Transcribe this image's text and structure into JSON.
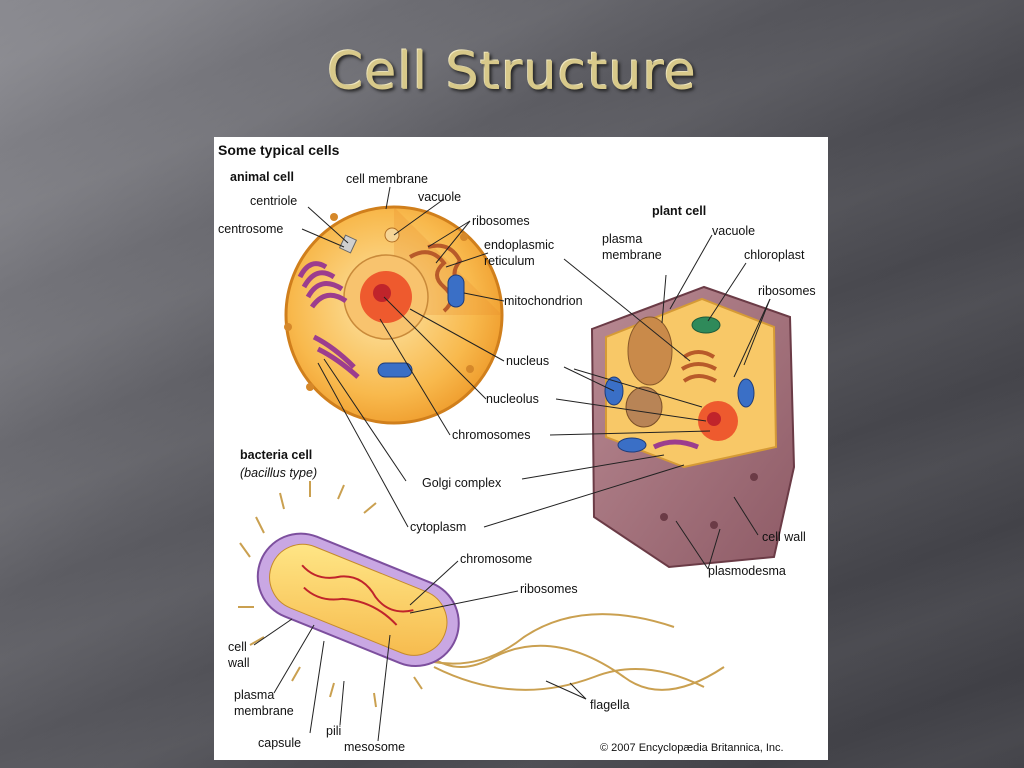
{
  "slide": {
    "title": "Cell Structure"
  },
  "figure": {
    "heading": "Some typical cells",
    "animal_cell": {
      "label": "animal cell",
      "parts": {
        "cell_membrane": "cell membrane",
        "centriole": "centriole",
        "centrosome": "centrosome",
        "vacuole": "vacuole",
        "ribosomes": "ribosomes",
        "endoplasmic_1": "endoplasmic",
        "endoplasmic_2": "reticulum",
        "mitochondrion": "mitochondrion",
        "nucleus": "nucleus",
        "nucleolus": "nucleolus",
        "chromosomes": "chromosomes",
        "golgi": "Golgi complex",
        "cytoplasm": "cytoplasm"
      }
    },
    "plant_cell": {
      "label": "plant cell",
      "parts": {
        "plasma_membrane_1": "plasma",
        "plasma_membrane_2": "membrane",
        "vacuole": "vacuole",
        "chloroplast": "chloroplast",
        "ribosomes": "ribosomes",
        "cell_wall": "cell wall",
        "plasmodesma": "plasmodesma"
      }
    },
    "bacteria_cell": {
      "label": "bacteria cell",
      "subtype": "(bacillus type)",
      "parts": {
        "chromosome": "chromosome",
        "ribosomes": "ribosomes",
        "cell_wall_1": "cell",
        "cell_wall_2": "wall",
        "plasma_membrane_1": "plasma",
        "plasma_membrane_2": "membrane",
        "capsule": "capsule",
        "pili": "pili",
        "mesosome": "mesosome",
        "flagella": "flagella"
      }
    },
    "copyright": "© 2007 Encyclopædia Britannica, Inc."
  }
}
